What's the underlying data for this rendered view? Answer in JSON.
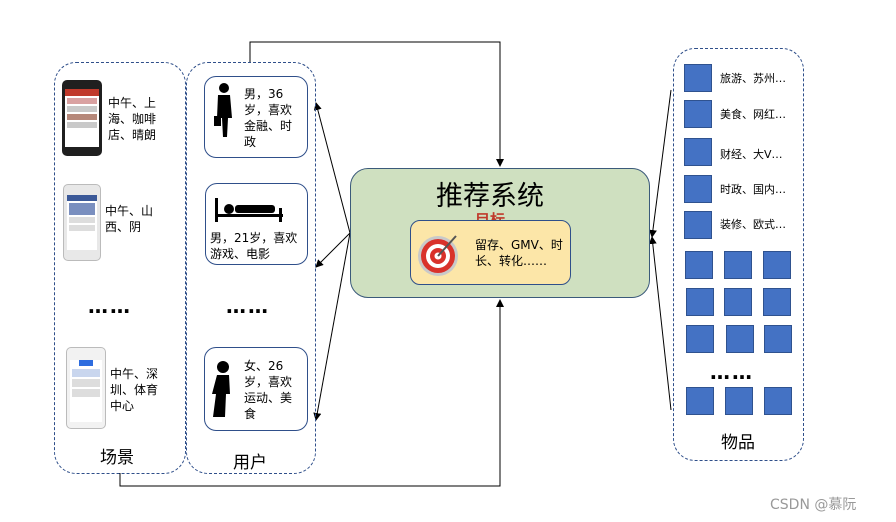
{
  "scenes": {
    "title": "场景",
    "items": [
      {
        "text": "中午、上海、咖啡店、晴朗"
      },
      {
        "text": "中午、山西、阴"
      },
      {
        "text": "中午、深圳、体育中心"
      }
    ],
    "ellipsis": "……"
  },
  "users": {
    "title": "用户",
    "items": [
      {
        "text": "男，36岁，喜欢金融、时政"
      },
      {
        "text": "男，21岁，喜欢游戏、电影"
      },
      {
        "text": "女、26岁，喜欢运动、美食"
      }
    ],
    "ellipsis": "……"
  },
  "recommender": {
    "title": "推荐系统",
    "goal_title": "目标",
    "goal_text": "留存、GMV、时长、转化……"
  },
  "items_panel": {
    "title": "物品",
    "labeled": [
      "旅游、苏州…",
      "美食、网红…",
      "财经、大V…",
      "时政、国内…",
      "装修、欧式…"
    ],
    "ellipsis": "……"
  },
  "watermark": "CSDN @慕阮",
  "colors": {
    "item_square": "#4472c4",
    "recsys_bg": "#cfe0c0",
    "goal_bg": "#fce6a8",
    "goal_title": "#c0392b"
  }
}
